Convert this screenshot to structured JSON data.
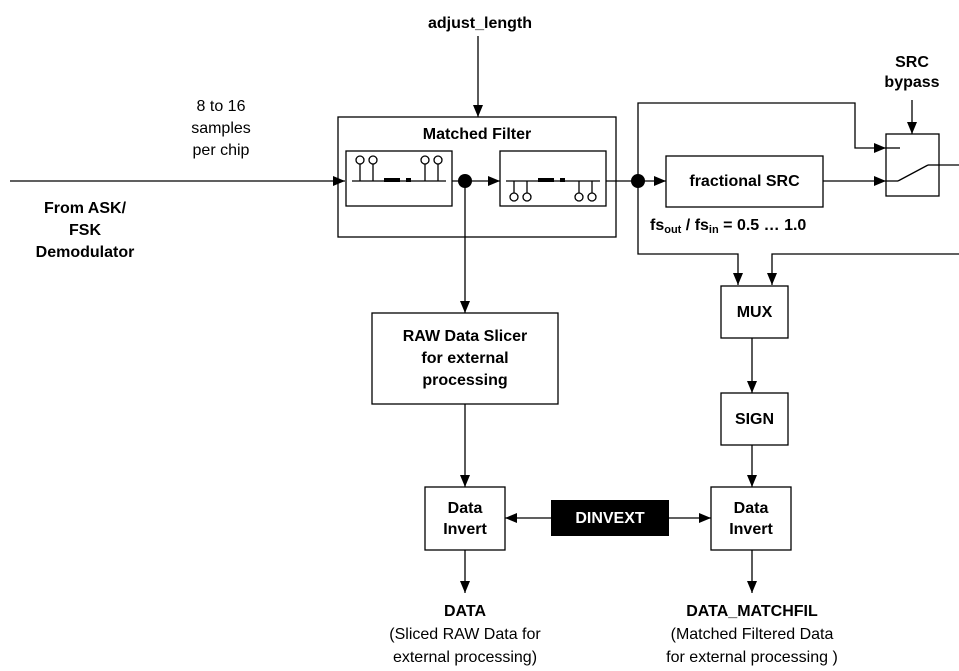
{
  "inputs": {
    "adjust_length": "adjust_length",
    "src_bypass": [
      "SRC",
      "bypass"
    ],
    "rate": [
      "8 to 16",
      "samples",
      "per chip"
    ],
    "source": [
      "From ASK/",
      "FSK",
      "Demodulator"
    ],
    "dinvext": "DINVEXT"
  },
  "blocks": {
    "matched_filter": "Matched Filter",
    "fractional_src": "fractional SRC",
    "src_ratio": {
      "a": "fs",
      "a_sub": "out",
      "b": "fs",
      "b_sub": "in",
      "range": "= 0.5 … 1.0"
    },
    "mux": "MUX",
    "sign": "SIGN",
    "raw_slicer": [
      "RAW Data Slicer",
      "for external",
      "processing"
    ],
    "invert_left": [
      "Data",
      "Invert"
    ],
    "invert_right": [
      "Data",
      "Invert"
    ]
  },
  "outputs": {
    "data": {
      "name": "DATA",
      "desc": [
        "(Sliced RAW Data for",
        "external processing)"
      ]
    },
    "data_matchfil": {
      "name": "DATA_MATCHFIL",
      "desc": [
        "(Matched Filtered Data",
        "for external processing )"
      ]
    }
  }
}
